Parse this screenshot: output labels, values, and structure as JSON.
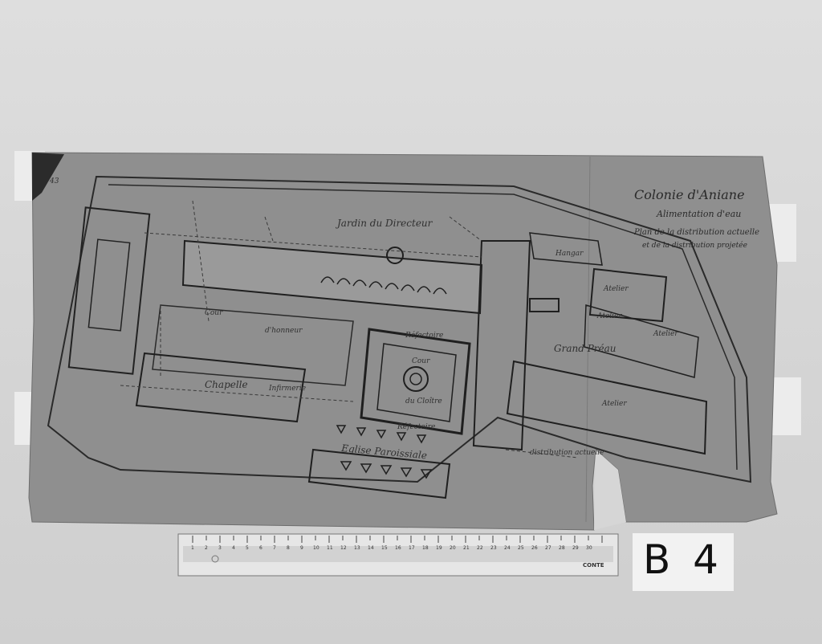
{
  "plan": {
    "title": "Colonie d'Aniane",
    "subtitle": "Alimentation d'eau",
    "description_1": "Plan de la distribution actuelle",
    "description_2": "et de la distribution projetée",
    "labels": {
      "jardin": "Jardin du Directeur",
      "cour_honneur_1": "Cour",
      "cour_honneur_2": "d'honneur",
      "chapelle": "Chapelle",
      "eglise": "Eglise Paroissiale",
      "grand_preau": "Grand Préau",
      "atelier_1": "Atelier",
      "atelier_2": "Atelier",
      "atelier_3": "Atelier",
      "atelier_main": "Atelier",
      "hangar": "Hangar",
      "refectoire_1": "Réfectoire",
      "refectoire_2": "Réfectoire",
      "cour_cloitre": "Cour",
      "cloitre_2": "du Cloître",
      "infirmerie": "Infirmerie",
      "legend_actuelle": "distribution actuelle"
    },
    "corner_mark": "43"
  },
  "ruler": {
    "brand": "CONTE",
    "numbers": [
      "1",
      "2",
      "3",
      "4",
      "5",
      "6",
      "7",
      "8",
      "9",
      "10",
      "11",
      "12",
      "13",
      "14",
      "15",
      "16",
      "17",
      "18",
      "19",
      "20",
      "21",
      "22",
      "23",
      "24",
      "25",
      "26",
      "27",
      "28",
      "29",
      "30"
    ]
  },
  "card": {
    "text": "B 4"
  }
}
